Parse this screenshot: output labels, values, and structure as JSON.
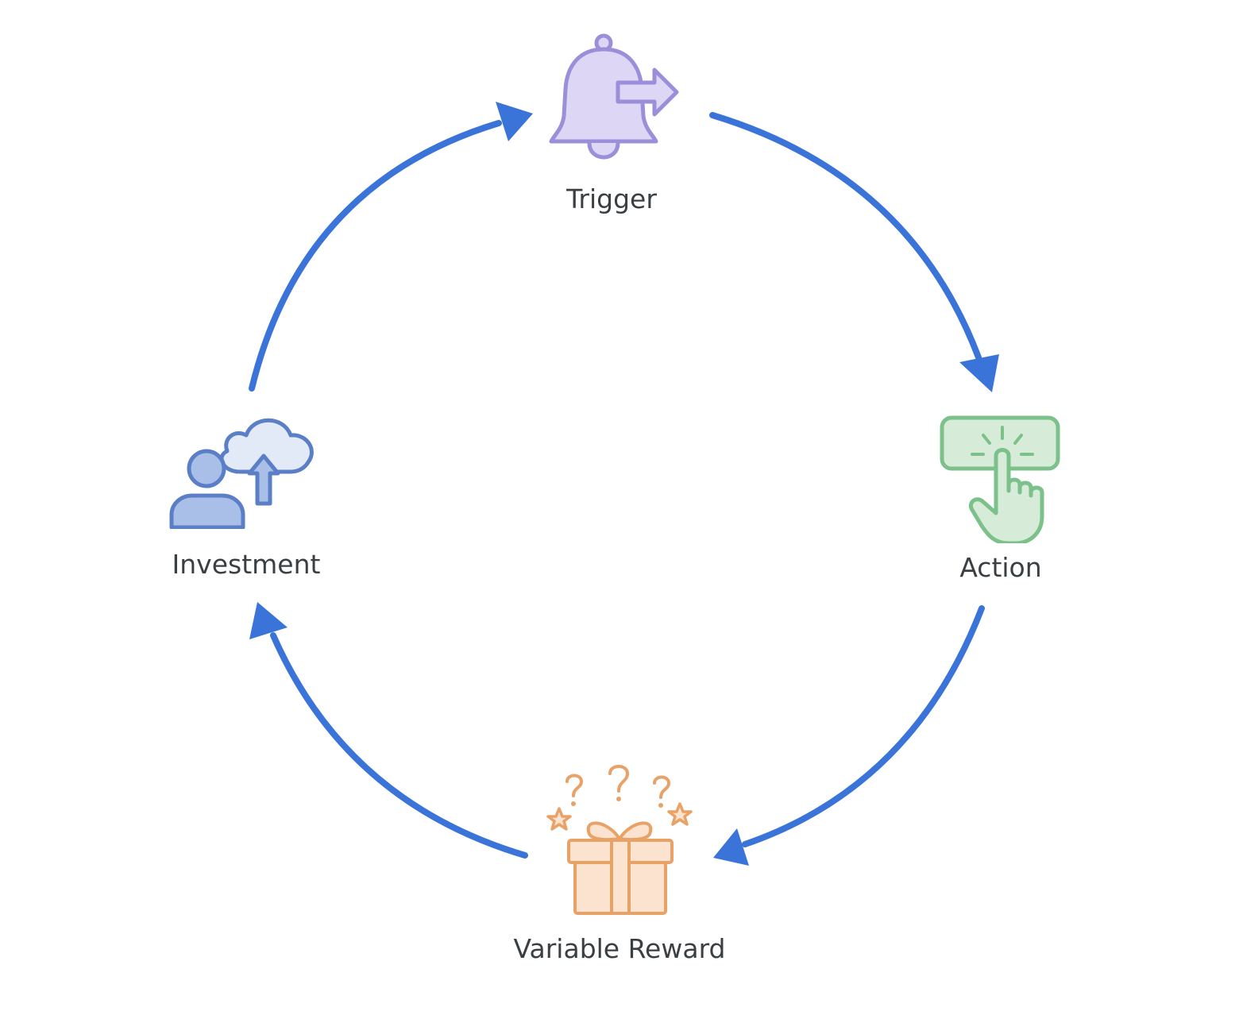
{
  "diagram": {
    "type": "cycle",
    "arrow_color": "#3b74d9",
    "nodes": [
      {
        "id": "trigger",
        "label": "Trigger",
        "icon": "bell-with-arrow-icon",
        "color": "#9b8fd9"
      },
      {
        "id": "action",
        "label": "Action",
        "icon": "pointer-tap-button-icon",
        "color": "#7cc08a"
      },
      {
        "id": "reward",
        "label": "Variable Reward",
        "icon": "mystery-gift-icon",
        "color": "#e8a268"
      },
      {
        "id": "investment",
        "label": "Investment",
        "icon": "user-cloud-upload-icon",
        "color": "#5b7fc7"
      }
    ],
    "edges": [
      {
        "from": "trigger",
        "to": "action"
      },
      {
        "from": "action",
        "to": "reward"
      },
      {
        "from": "reward",
        "to": "investment"
      },
      {
        "from": "investment",
        "to": "trigger"
      }
    ]
  }
}
